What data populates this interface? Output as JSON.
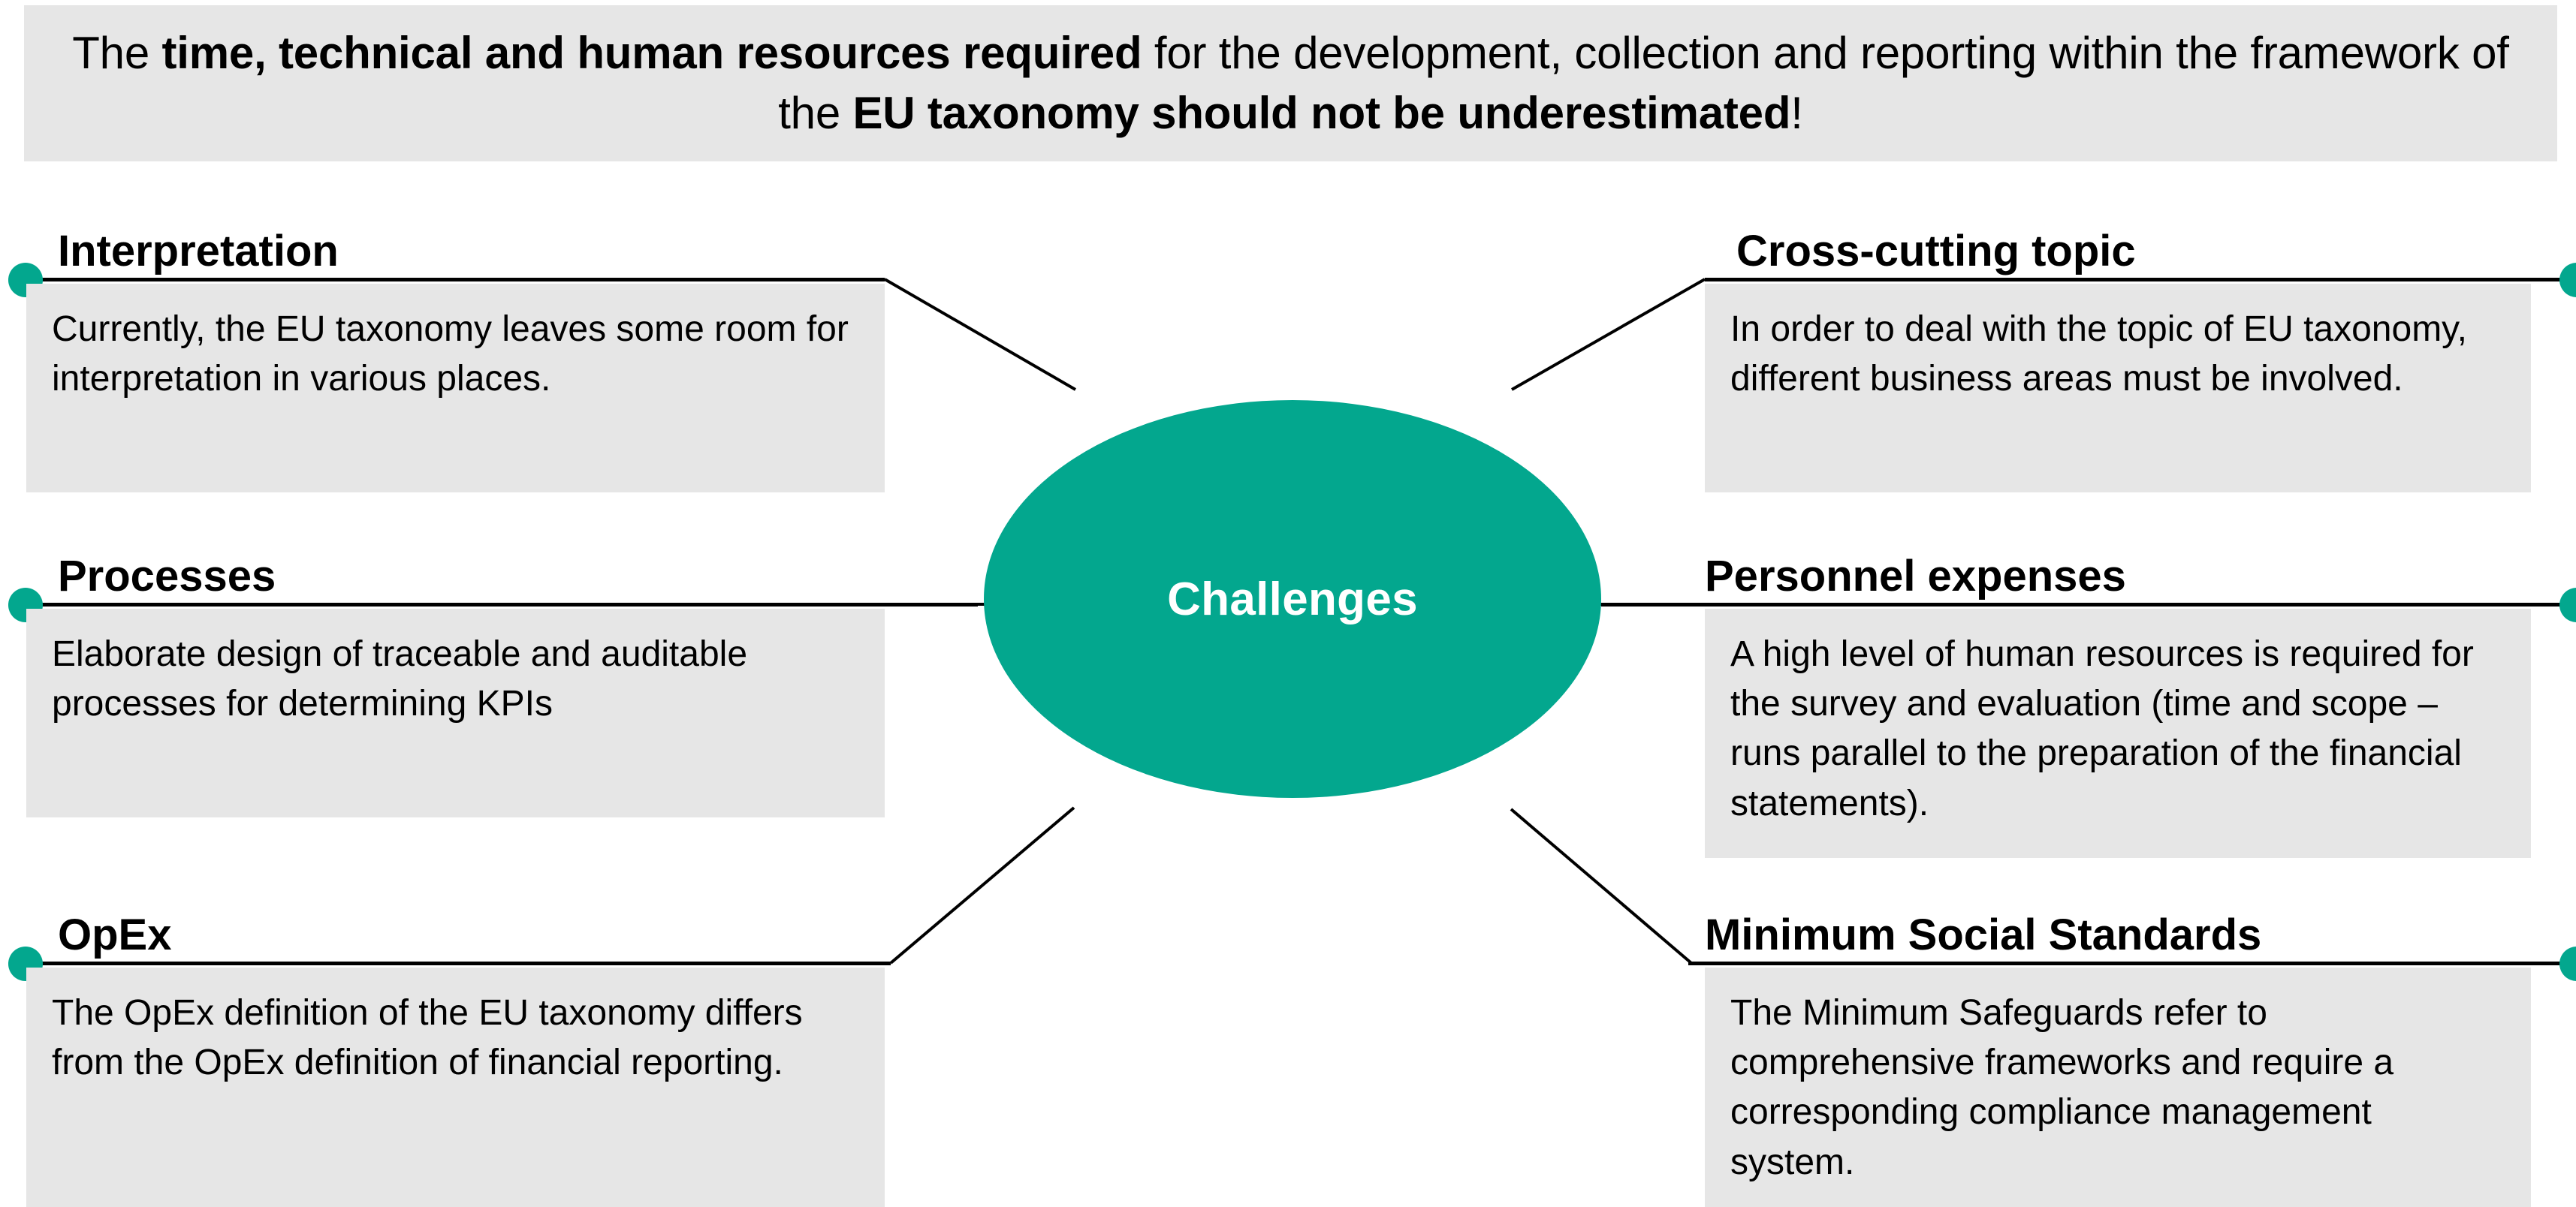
{
  "header": {
    "text_parts": [
      {
        "text": "The ",
        "bold": false
      },
      {
        "text": "time, technical and human resources required",
        "bold": true
      },
      {
        "text": " for the development, collection and reporting within the framework of the ",
        "bold": false
      },
      {
        "text": "EU taxonomy should not be underestimated",
        "bold": true
      },
      {
        "text": "!",
        "bold": false
      }
    ],
    "plain_text": "The time, technical and human resources required for the development, collection and reporting within the framework of the EU taxonomy should not be underestimated!"
  },
  "center": {
    "label": "Challenges"
  },
  "colors": {
    "accent_green": "#03a78e",
    "panel_gray": "#e6e6e6",
    "line_black": "#000000",
    "text_white": "#ffffff"
  },
  "branches": [
    {
      "id": "interpretation",
      "side": "left",
      "row": 1,
      "title": "Interpretation",
      "body": "Currently, the EU taxonomy leaves some room for interpretation in various places."
    },
    {
      "id": "cross-cutting",
      "side": "right",
      "row": 1,
      "title": "Cross-cutting topic",
      "body": "In order to deal with the topic of EU taxonomy, different business areas must be involved."
    },
    {
      "id": "processes",
      "side": "left",
      "row": 2,
      "title": "Processes",
      "body": "Elaborate design of traceable and auditable processes for determining KPIs"
    },
    {
      "id": "personnel",
      "side": "right",
      "row": 2,
      "title": "Personnel expenses",
      "body": "A high level of human resources is required for the survey and evaluation (time and scope – runs parallel to the preparation of the financial statements)."
    },
    {
      "id": "opex",
      "side": "left",
      "row": 3,
      "title": "OpEx",
      "body": "The OpEx definition of the EU taxonomy differs from the OpEx definition of financial reporting."
    },
    {
      "id": "minimum",
      "side": "right",
      "row": 3,
      "title": "Minimum Social Standards",
      "body": "The Minimum Safeguards refer to comprehensive frameworks and require a corresponding compliance management system."
    }
  ]
}
